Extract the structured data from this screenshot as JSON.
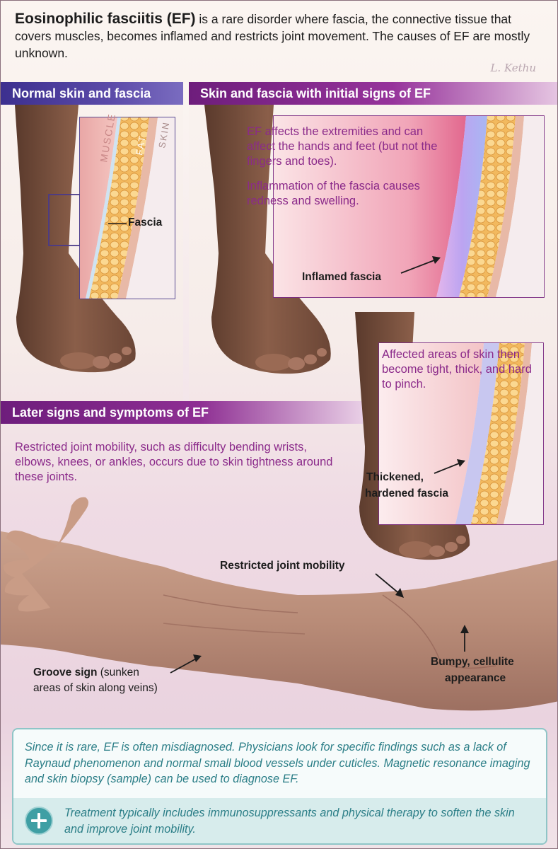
{
  "intro": {
    "title": "Eosinophilic fasciitis (EF)",
    "text": " is a rare disorder where fascia, the connective tissue that covers muscles, becomes inflamed and restricts joint movement. The causes of EF are mostly unknown."
  },
  "signature": "L. Kethu",
  "sections": {
    "normal": "Normal skin and fascia",
    "initial": "Skin and fascia with initial signs of EF",
    "later": "Later signs and symptoms of EF"
  },
  "normal_panel": {
    "layer_muscle": "MUSCLE",
    "layer_fat": "FAT",
    "layer_skin": "SKIN",
    "fascia_label": "Fascia"
  },
  "initial_panel": {
    "text1": "EF affects the extremities and can affect the hands and feet (but not the fingers and toes).",
    "text2": "Inflammation of the fascia causes redness and swelling.",
    "inflamed_label": "Inflamed fascia"
  },
  "thick_panel": {
    "text": "Affected areas of skin then become tight, thick, and hard to pinch.",
    "thickened_label_1": "Thickened,",
    "thickened_label_2": "hardened fascia"
  },
  "later_panel": {
    "text": "Restricted joint mobility, such as difficulty bending wrists, elbows, knees, or ankles, occurs due to skin tightness around these joints.",
    "restricted_label": "Restricted joint mobility",
    "groove_bold": "Groove sign",
    "groove_rest_1": " (sunken",
    "groove_rest_2": "areas of skin along veins)",
    "bumpy_1": "Bumpy, cellulite",
    "bumpy_2": "appearance"
  },
  "note": {
    "text": "Since it is rare, EF is often misdiagnosed. Physicians look for specific findings such as a lack of Raynaud phenomenon and normal small blood vessels under cuticles. Magnetic resonance imaging and skin biopsy (sample) can be used to diagnose EF.",
    "treatment": "Treatment typically includes immunosuppressants and physical therapy to soften the skin and improve joint mobility."
  },
  "colors": {
    "accent_purple": "#8b2a8a",
    "banner_blue": "#3c2f8f",
    "teal": "#2b7e87"
  }
}
